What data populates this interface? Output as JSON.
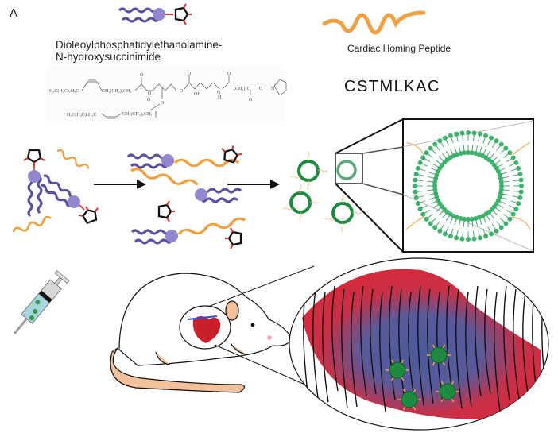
{
  "figure": {
    "panel_label": "A",
    "lipid": {
      "name_line1": "Dioleoylphosphatidylethanolamine-",
      "name_line2": "N-hydroxysuccinimide",
      "structure_fragments": {
        "tail1_left": "H₃C(H₂C)₇H₂C",
        "tail1_right": "CH₂(CH₂)₅CH₂",
        "tail2_left": "H₃C(H₂C)₇H₂C",
        "tail2_right": "CH₂(CH₂)₅CH₂",
        "hydroxyl": "OH",
        "amide_h": "H",
        "amide_n": "N",
        "linker": "(CH₂)₃C",
        "oxygen": "O",
        "nitrogen": "N"
      }
    },
    "peptide": {
      "name": "Cardiac Homing Peptide",
      "sequence": "CSTMLKAC"
    },
    "colors": {
      "lipid_tail": "#5b4fa0",
      "lipid_head": "#9187cf",
      "peptide": "#f0a040",
      "nhs_ring": "#111111",
      "nhs_oxygen": "#d8302a",
      "liposome": "#1e8a3e",
      "liposome_light": "#3cb36a",
      "heart": "#c8202a",
      "tissue_red": "#d42a3c",
      "tissue_blue": "#4a5a9a",
      "mouse_skin": "#f2c09a",
      "syringe_fluid": "#a8d4dc"
    }
  }
}
